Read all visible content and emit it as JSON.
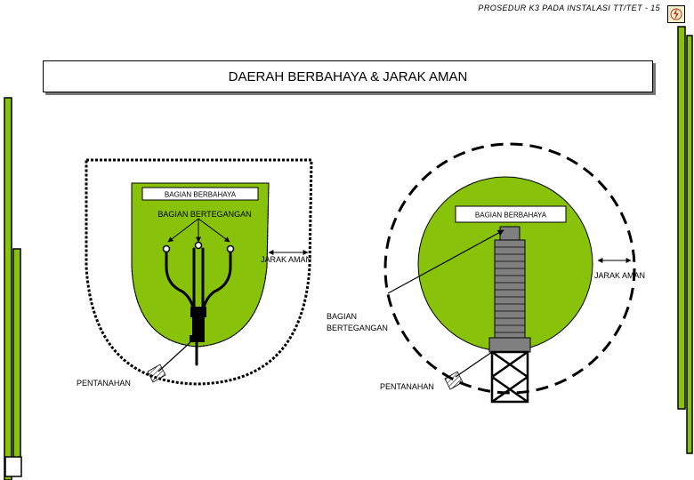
{
  "header": {
    "text": "PROSEDUR K3 PADA INSTALASI TT/TET - 15",
    "logo_icon": "lightning-logo-icon"
  },
  "title": "DAERAH BERBAHAYA & JARAK AMAN",
  "left_diagram": {
    "danger_label": "BAGIAN BERBAHAYA",
    "live_label": "BAGIAN BERTEGANGAN",
    "safe_distance_label": "JARAK AMAN",
    "ground_label": "PENTANAHAN"
  },
  "right_diagram": {
    "danger_label": "BAGIAN BERBAHAYA",
    "live_label_line1": "BAGIAN",
    "live_label_line2": "BERTEGANGAN",
    "safe_distance_label": "JARAK AMAN",
    "ground_label": "PENTANAHAN"
  },
  "colors": {
    "danger_zone": "#88c20a",
    "side_bar": "#88c20a",
    "insulator": "#7f7f7f",
    "outline": "#000000"
  }
}
